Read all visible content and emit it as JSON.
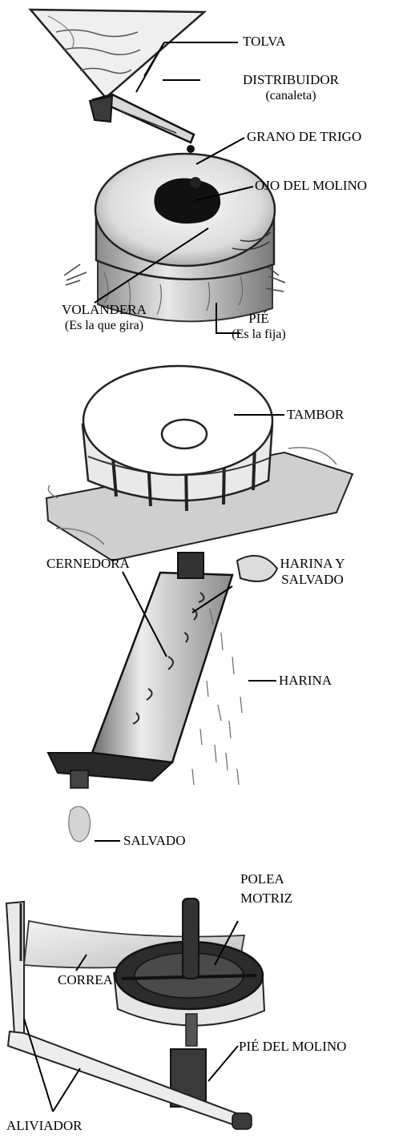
{
  "labels": {
    "tolva": "TOLVA",
    "distribuidor": "DISTRIBUIDOR",
    "distribuidor_sub": "(canaleta)",
    "grano": "GRANO DE TRIGO",
    "ojo": "OJO DEL MOLINO",
    "volandera": "VOLANDERA",
    "volandera_sub": "(Es la que gira)",
    "pie": "PIÉ",
    "pie_sub": "(Es la fija)",
    "tambor": "TAMBOR",
    "cernedora": "CERNEDORA",
    "harina_salvado_1": "HARINA Y",
    "harina_salvado_2": "SALVADO",
    "harina": "HARINA",
    "salvado": "SALVADO",
    "polea_1": "POLEA",
    "polea_2": "MOTRIZ",
    "correa": "CORREA",
    "pie_molino": "PIÉ DEL MOLINO",
    "aliviador": "ALIVIADOR"
  }
}
